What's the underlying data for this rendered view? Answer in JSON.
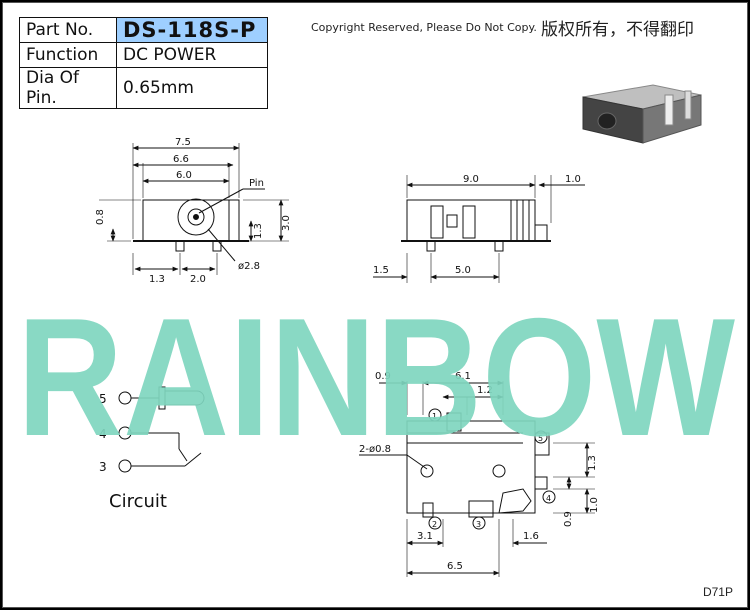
{
  "spec": {
    "rows": [
      {
        "label": "Part No.",
        "value": "DS-118S-P"
      },
      {
        "label": "Function",
        "value": "DC  POWER"
      },
      {
        "label": "Dia Of Pin.",
        "value": "0.65mm"
      }
    ]
  },
  "copyright": "Copyright  Reserved,  Please  Do  Not  Copy.",
  "copyright_cn": "版权所有，不得翻印",
  "watermark": "RAINBOW",
  "code": "D71P",
  "front": {
    "d1": "7.5",
    "d2": "6.6",
    "d3": "6.0",
    "pin": "Pin",
    "h1": "0.8",
    "h2": "1.3",
    "h3": "3.0",
    "b1": "1.3",
    "b2": "2.0",
    "dia": "ø2.8"
  },
  "side": {
    "d1": "9.0",
    "d2": "1.0",
    "b1": "1.5",
    "b2": "5.0"
  },
  "bottom": {
    "t1": "0.9",
    "t2": "6.1",
    "t3": "1.2",
    "hole": "2-ø0.8",
    "r1": "1.3",
    "r2": "1.0",
    "r3": "0.9",
    "b1": "3.1",
    "b2": "1.6",
    "b3": "6.5",
    "n1": "1",
    "n2": "2",
    "n3": "3",
    "n4": "4",
    "n5": "5"
  },
  "circuit": {
    "title": "Circuit",
    "p5": "5",
    "p4": "4",
    "p3": "3"
  },
  "colors": {
    "watermark": "#7fd6bf",
    "highlight": "#9ecfff"
  }
}
